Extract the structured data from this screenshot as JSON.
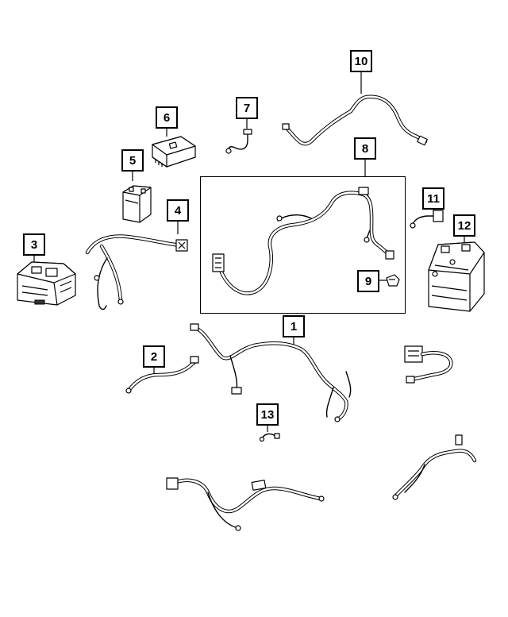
{
  "callouts": [
    {
      "id": "1",
      "label": "1"
    },
    {
      "id": "2",
      "label": "2"
    },
    {
      "id": "3",
      "label": "3"
    },
    {
      "id": "4",
      "label": "4"
    },
    {
      "id": "5",
      "label": "5"
    },
    {
      "id": "6",
      "label": "6"
    },
    {
      "id": "7",
      "label": "7"
    },
    {
      "id": "8",
      "label": "8"
    },
    {
      "id": "9",
      "label": "9"
    },
    {
      "id": "10",
      "label": "10"
    },
    {
      "id": "11",
      "label": "11"
    },
    {
      "id": "12",
      "label": "12"
    },
    {
      "id": "13",
      "label": "13"
    }
  ]
}
